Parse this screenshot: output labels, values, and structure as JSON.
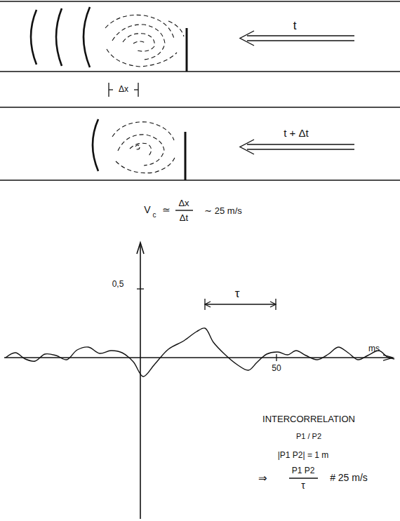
{
  "diagram": {
    "labels": [
      "t",
      "t + Δt",
      "Δx",
      "V",
      "c",
      "≃",
      "Δx",
      "Δt",
      "∼ 25 m/s",
      "0,5",
      "ms",
      "50",
      "τ",
      "INTERCORRELATION",
      "P1 / P2",
      "|P1 P2| = 1 m",
      "⇒",
      "P1 P2",
      "τ",
      "# 25 m/s"
    ]
  }
}
